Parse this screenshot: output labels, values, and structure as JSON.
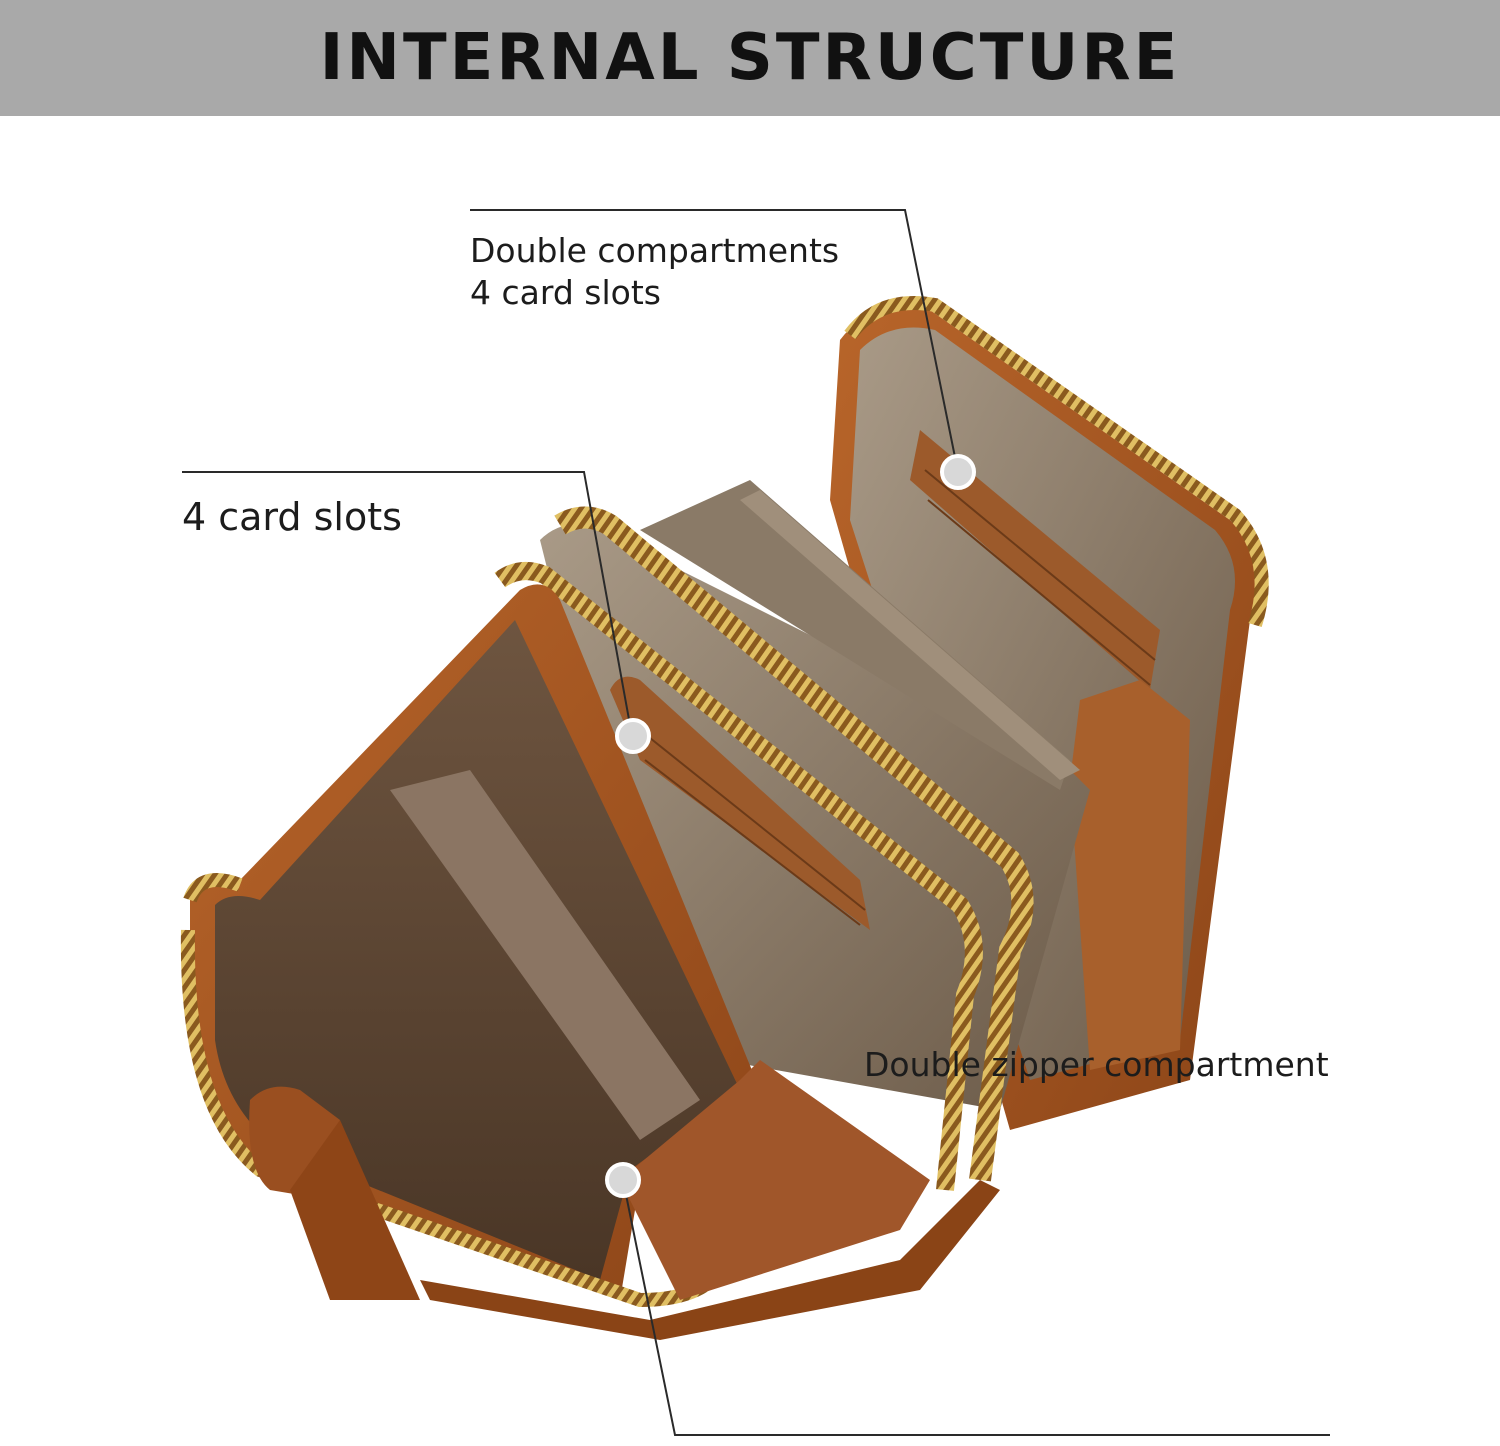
{
  "header": {
    "title": "INTERNAL STRUCTURE"
  },
  "callouts": {
    "top": {
      "line1": "Double compartments",
      "line2": "4 card slots"
    },
    "left": {
      "label": "4 card slots"
    },
    "bottom": {
      "label": "Double zipper compartment"
    }
  },
  "colors": {
    "header_bg": "#a9a9a9",
    "leather": "#a0531f",
    "lining": "#8a7b6a",
    "zipper": "#c9a54a"
  }
}
